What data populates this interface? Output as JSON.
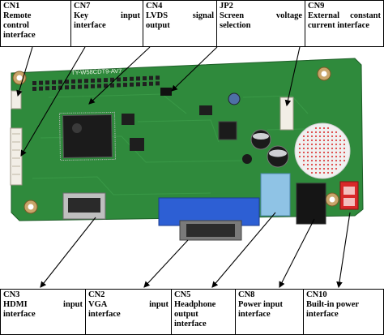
{
  "top": [
    {
      "code": "CN1",
      "lines": [
        "Remote",
        "control",
        "interface"
      ]
    },
    {
      "code": "CN7",
      "lines": [
        "Key input",
        "interface"
      ]
    },
    {
      "code": "CN4",
      "lines": [
        "LVDS signal",
        "output"
      ]
    },
    {
      "code": "JP2",
      "lines": [
        "Screen voltage",
        "selection"
      ]
    },
    {
      "code": "CN9",
      "lines": [
        "External constant",
        "current interface"
      ]
    }
  ],
  "bottom": [
    {
      "code": "CN3",
      "lines": [
        "HDMI input",
        "interface"
      ]
    },
    {
      "code": "CN2",
      "lines": [
        "VGA input",
        "interface"
      ]
    },
    {
      "code": "CN5",
      "lines": [
        "Headphone",
        "output",
        "interface"
      ]
    },
    {
      "code": "CN8",
      "lines": [
        "Power input",
        "interface"
      ]
    },
    {
      "code": "CN10",
      "lines": [
        "Built-in power",
        "interface"
      ]
    }
  ],
  "board": {
    "silkscreen": "TY-W58CDT9-AV7",
    "board_color": "#2f8a3c",
    "pin_color": "#e8e8e8"
  }
}
